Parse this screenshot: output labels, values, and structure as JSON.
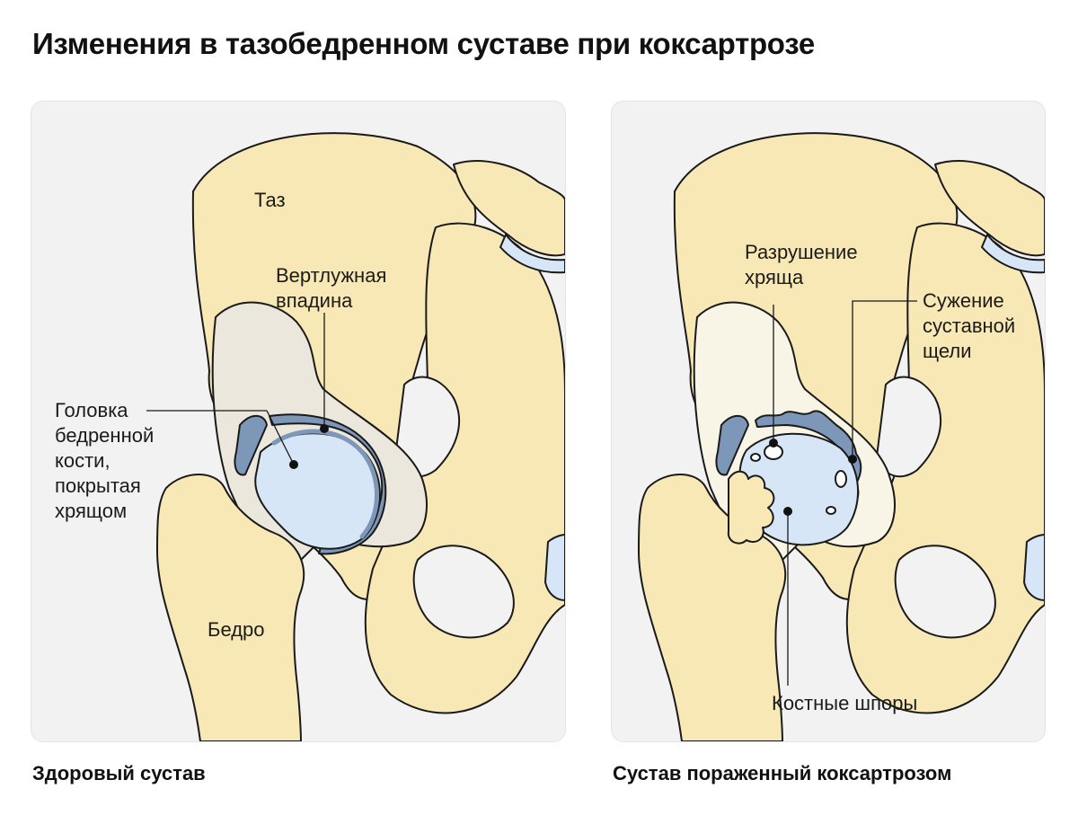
{
  "title": "Изменения в тазобедренном суставе при коксартрозе",
  "colors": {
    "bone": "#f7e8b5",
    "cartilage": "#d7e6f6",
    "cartilage_dark": "#7d97b8",
    "soft_tissue": "#ebe7dc",
    "outline": "#1a1a1a",
    "panel_bg": "#f2f2f2"
  },
  "healthy": {
    "caption": "Здоровый сустав",
    "labels": {
      "pelvis": "Таз",
      "acetabulum": "Вертлужная\nвпадина",
      "femoral_head": "Головка\nбедренной\nкости,\nпокрытая\nхрящом",
      "femur": "Бедро"
    }
  },
  "diseased": {
    "caption": "Сустав пораженный коксартрозом",
    "labels": {
      "cartilage_destruction": "Разрушение\nхряща",
      "joint_narrowing": "Сужение\nсуставной\nщели",
      "bone_spurs": "Костные шпоры"
    }
  }
}
